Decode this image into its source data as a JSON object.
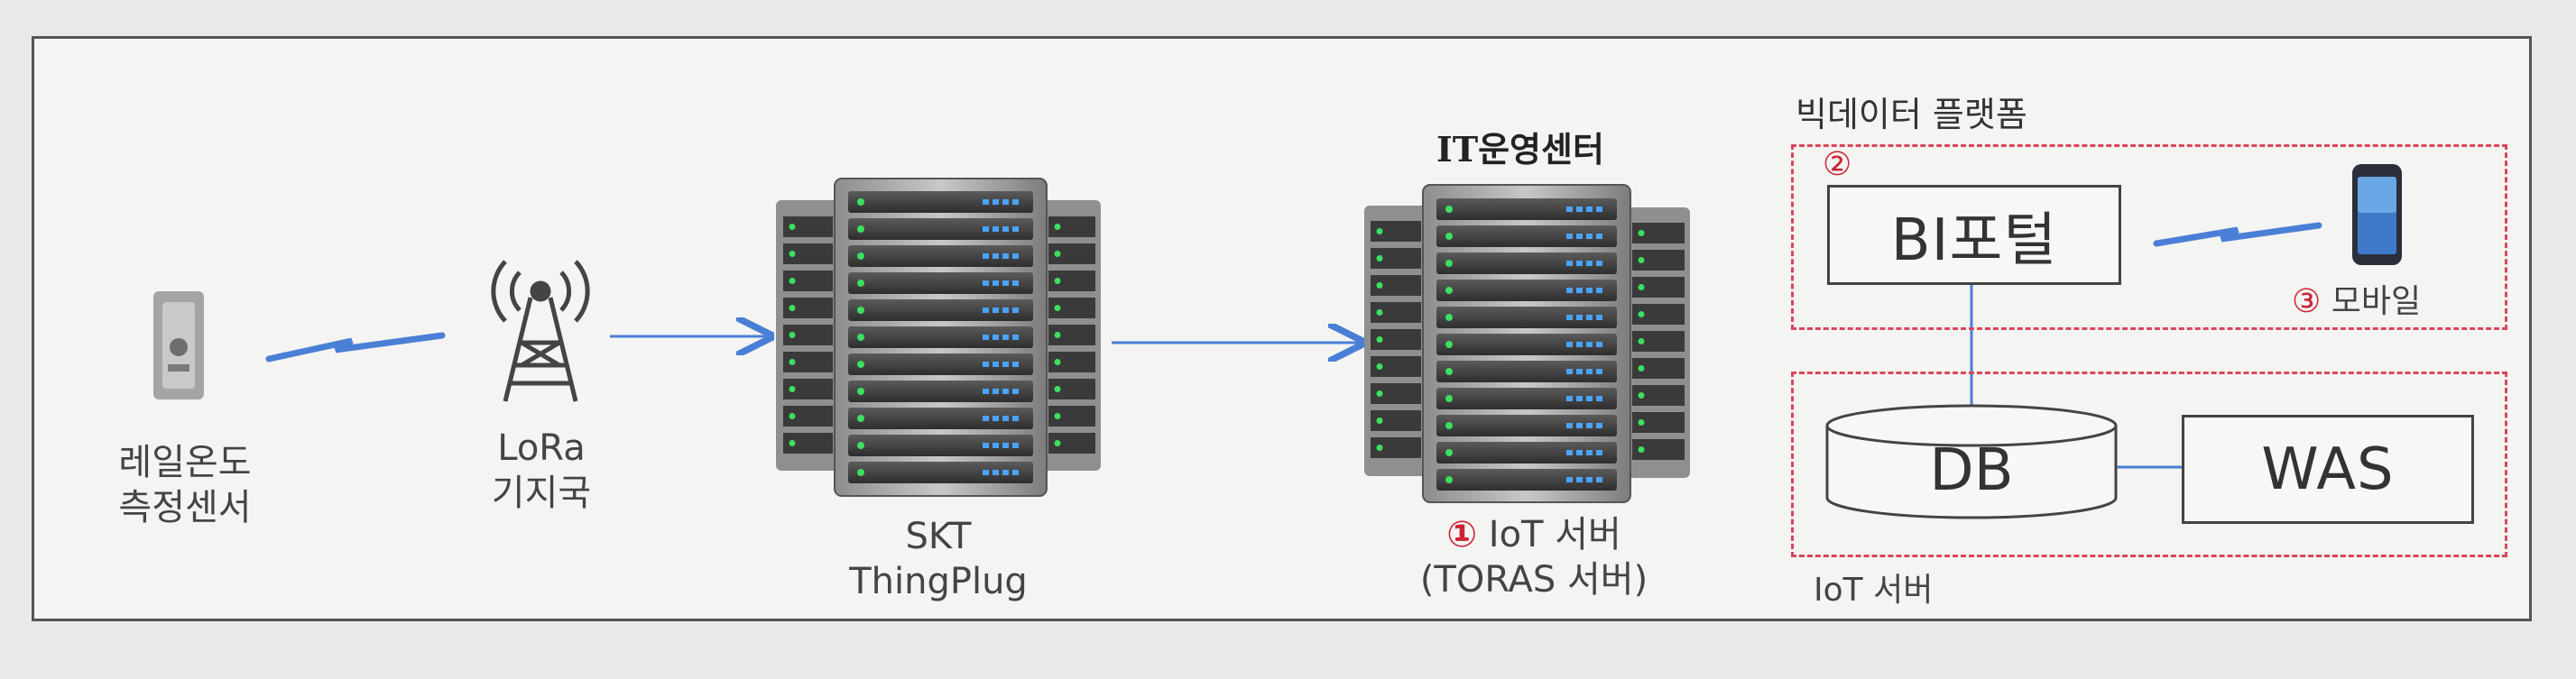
{
  "title": "IT운영센터",
  "nodes": {
    "sensor": {
      "line1": "레일온도",
      "line2": "측정센서"
    },
    "lora": {
      "line1": "LoRa",
      "line2": "기지국"
    },
    "skt": {
      "line1": "SKT",
      "line2": "ThingPlug"
    },
    "iot_server": {
      "marker": "①",
      "line1": "IoT 서버",
      "line2": "(TORAS 서버)"
    }
  },
  "platform": {
    "label": "빅데이터 플랫폼",
    "portal_marker": "②",
    "portal": "BI포털",
    "mobile_marker": "③",
    "mobile": "모바일",
    "db": "DB",
    "was": "WAS",
    "iot_group_label": "IoT 서버"
  },
  "colors": {
    "link": "#4a7fd6",
    "dashed_border": "#d9465a",
    "marker": "#cc2233"
  },
  "icons": [
    "sensor-icon",
    "antenna-tower-icon",
    "server-rack-icon",
    "server-rack-icon",
    "mobile-phone-icon",
    "database-icon"
  ]
}
